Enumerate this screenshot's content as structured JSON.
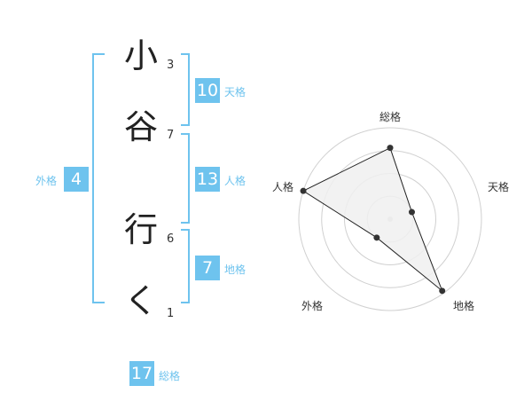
{
  "name": {
    "chars": [
      {
        "char": "小",
        "strokes": "3"
      },
      {
        "char": "谷",
        "strokes": "7"
      },
      {
        "char": "行",
        "strokes": "6"
      },
      {
        "char": "く",
        "strokes": "1"
      }
    ]
  },
  "fortunes": {
    "tenkaku": {
      "value": "10",
      "label": "天格"
    },
    "jinkaku": {
      "value": "13",
      "label": "人格"
    },
    "chikaku": {
      "value": "7",
      "label": "地格"
    },
    "gaikaku": {
      "value": "4",
      "label": "外格"
    },
    "soukaku": {
      "value": "17",
      "label": "総格"
    }
  },
  "colors": {
    "accent": "#6ec3ee",
    "polygon_fill": "#f0f0f0",
    "ring": "#d0d0d0"
  },
  "chart_data": {
    "type": "radar",
    "axes": [
      "総格",
      "天格",
      "地格",
      "外格",
      "人格"
    ],
    "levels": 4,
    "values": [
      0.78,
      0.25,
      0.97,
      0.25,
      1.0
    ]
  }
}
